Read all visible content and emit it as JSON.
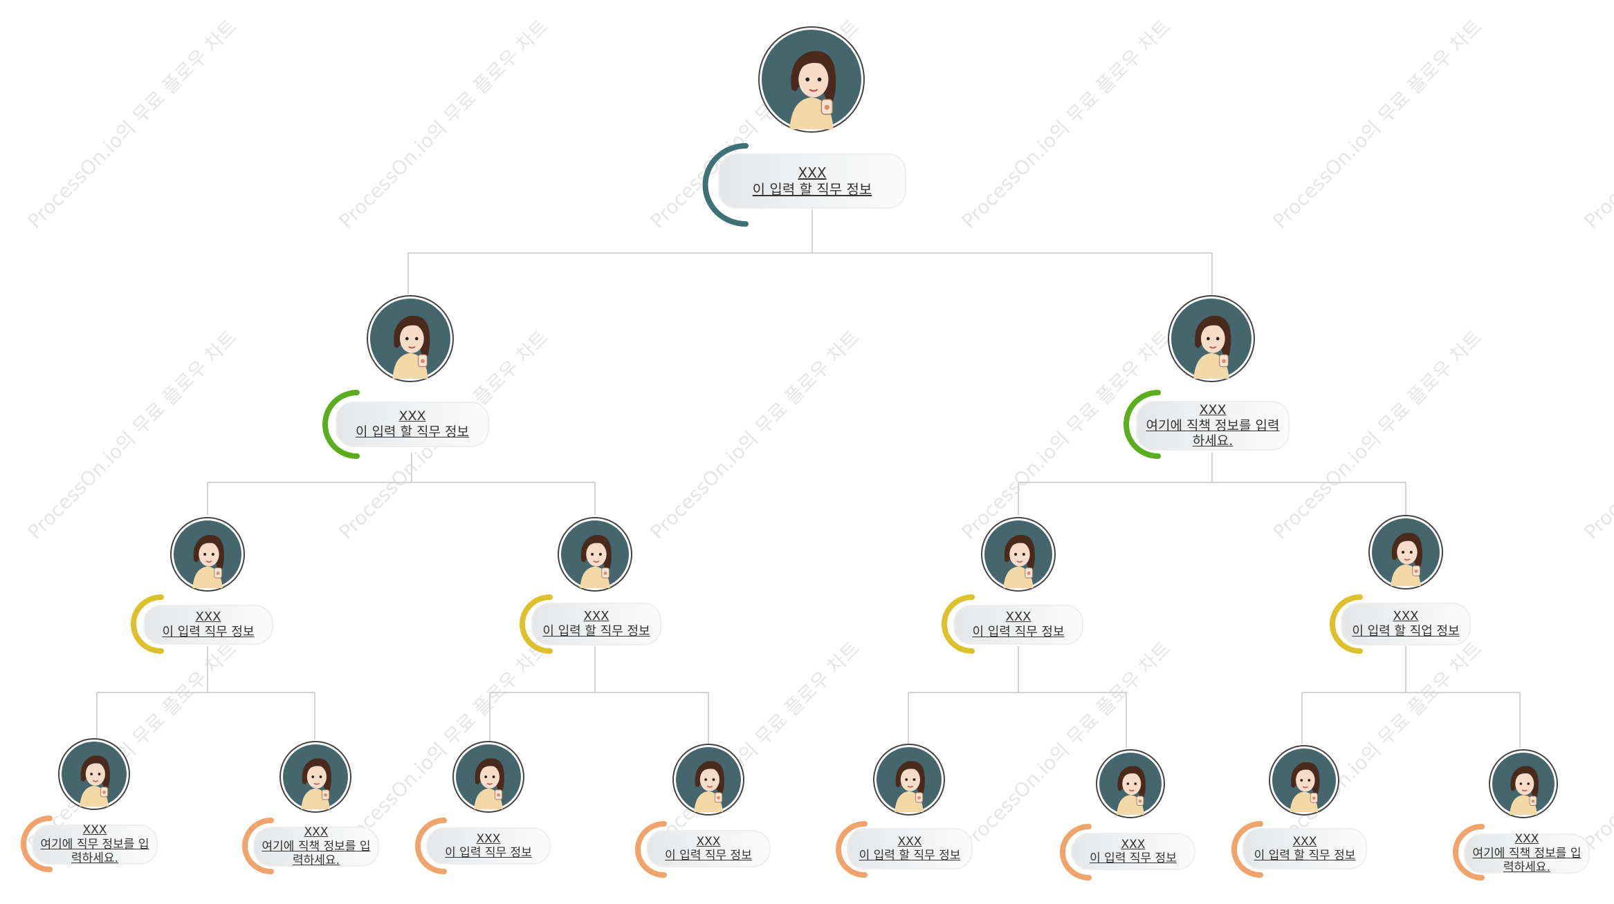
{
  "watermark_text": "ProcessOn.io의 무료 플로우 차트",
  "colors": {
    "level1": "#3f7276",
    "level2": "#5aae1d",
    "level3": "#ddc12c",
    "level4": "#f0a36a",
    "line": "#d4d4d4",
    "avatar_bg": "#44666c"
  },
  "nodes": [
    {
      "id": "root",
      "name": "XXX",
      "title": "이 입력 할 직무 정보"
    },
    {
      "id": "l2a",
      "name": "XXX",
      "title": "이 입력 할 직무 정보"
    },
    {
      "id": "l2b",
      "name": "XXX",
      "title": "여기에 직책 정보를 입력하세요."
    },
    {
      "id": "l3a",
      "name": "XXX",
      "title": "이 입력 직무 정보"
    },
    {
      "id": "l3b",
      "name": "XXX",
      "title": "이 입력 할 직무 정보"
    },
    {
      "id": "l3c",
      "name": "XXX",
      "title": "이 입력 직무 정보"
    },
    {
      "id": "l3d",
      "name": "XXX",
      "title": "이 입력 할 직업 정보"
    },
    {
      "id": "l4a",
      "name": "XXX",
      "title": "여기에 직무 정보를 입력하세요."
    },
    {
      "id": "l4b",
      "name": "XXX",
      "title": "여기에 직책 정보를 입력하세요."
    },
    {
      "id": "l4c",
      "name": "XXX",
      "title": "이 입력 직무 정보"
    },
    {
      "id": "l4d",
      "name": "XXX",
      "title": "이 입력 직무 정보"
    },
    {
      "id": "l4e",
      "name": "XXX",
      "title": "이 입력 할 직무 정보"
    },
    {
      "id": "l4f",
      "name": "XXX",
      "title": "이 입력 직무 정보"
    },
    {
      "id": "l4g",
      "name": "XXX",
      "title": "이 입력 할 직무 정보"
    },
    {
      "id": "l4h",
      "name": "XXX",
      "title": "여기에 직책 정보를 입력하세요."
    }
  ]
}
